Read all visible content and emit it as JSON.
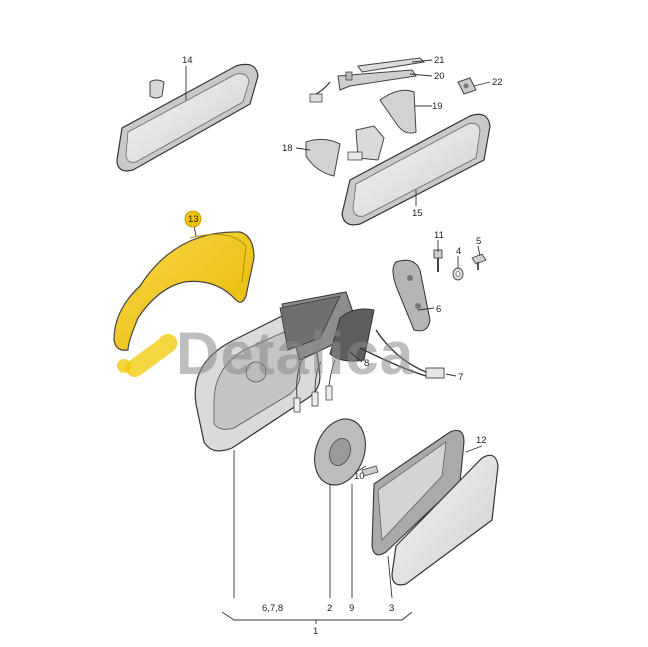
{
  "watermark": {
    "text": "Detalica"
  },
  "highlight": {
    "part": "13",
    "color": "#f2c400"
  },
  "callouts": [
    {
      "id": "14",
      "label": "14"
    },
    {
      "id": "21",
      "label": "21"
    },
    {
      "id": "20",
      "label": "20"
    },
    {
      "id": "22",
      "label": "22"
    },
    {
      "id": "19",
      "label": "19"
    },
    {
      "id": "18",
      "label": "18"
    },
    {
      "id": "15",
      "label": "15"
    },
    {
      "id": "13",
      "label": "13"
    },
    {
      "id": "11",
      "label": "11"
    },
    {
      "id": "4",
      "label": "4"
    },
    {
      "id": "5",
      "label": "5"
    },
    {
      "id": "6",
      "label": "6"
    },
    {
      "id": "8",
      "label": "8"
    },
    {
      "id": "7",
      "label": "7"
    },
    {
      "id": "12",
      "label": "12"
    },
    {
      "id": "10",
      "label": "10"
    }
  ],
  "bottom_labels": {
    "l678": "6,7,8",
    "l2": "2",
    "l9": "9",
    "l3": "3",
    "l1": "1"
  }
}
